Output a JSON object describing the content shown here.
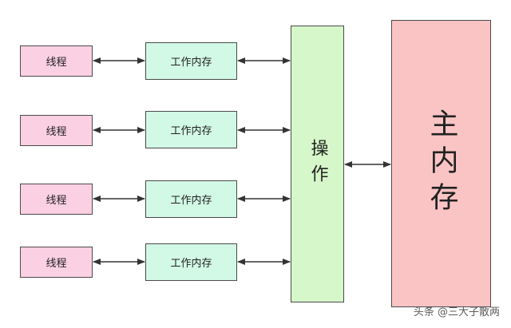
{
  "diagram": {
    "threads": [
      "线程",
      "线程",
      "线程",
      "线程"
    ],
    "working_memory": [
      "工作内存",
      "工作内存",
      "工作内存",
      "工作内存"
    ],
    "operation": "操作",
    "main_memory": "主内存",
    "watermark": "头条 @三大子散两"
  },
  "colors": {
    "thread_fill": "#fbd0e3",
    "working_memory_fill": "#d2f8e6",
    "operation_fill": "#d6f7c9",
    "main_memory_fill": "#fbc4c4",
    "border": "#4a4a4a",
    "arrow": "#333333"
  }
}
